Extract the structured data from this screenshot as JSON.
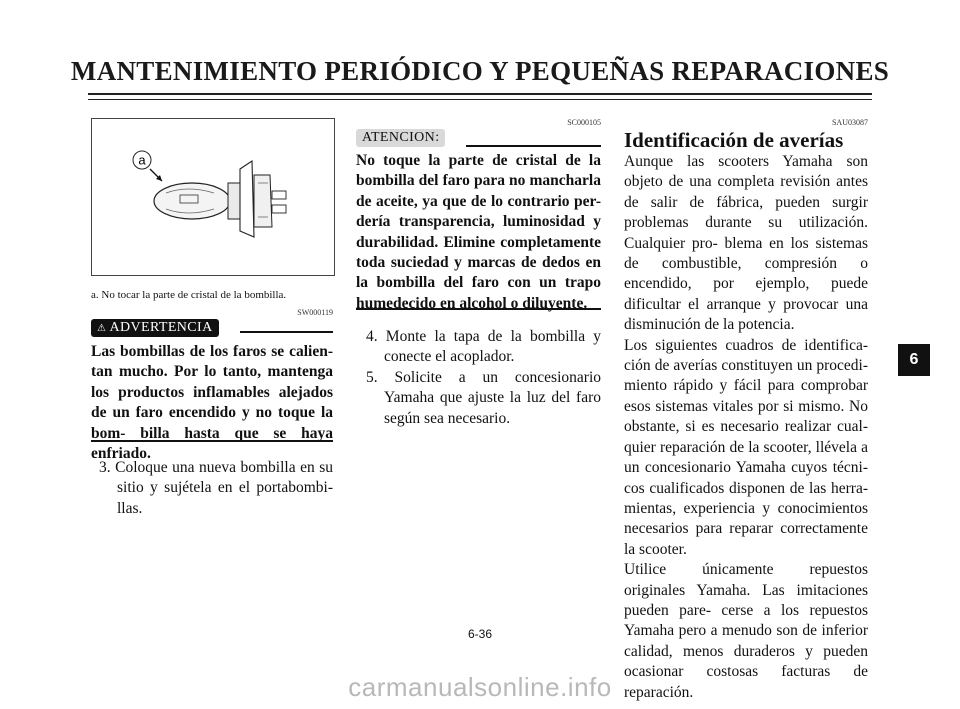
{
  "header": {
    "title": "MANTENIMIENTO PERIÓDICO Y PEQUEÑAS REPARACIONES"
  },
  "left_column": {
    "figure": {
      "callout_label": "a"
    },
    "caption": "a.    No tocar la parte de cristal de la bombilla.",
    "warning": {
      "code": "SW000119",
      "badge": "ADVERTENCIA",
      "text": "Las bombillas de los faros se calien- tan mucho. Por lo tanto, mantenga los productos inflamables alejados de un faro encendido y no toque la bom- billa hasta que se haya enfriado."
    },
    "steps": [
      {
        "text": "3. Coloque una nueva bombilla en su sitio y sujétela en el portabombi- llas."
      }
    ]
  },
  "middle_column": {
    "caution": {
      "code": "SC000105",
      "badge": "ATENCION:",
      "text": "No toque la parte de cristal de la bombilla del faro para no mancharla de aceite, ya que de lo contrario per- dería transparencia, luminosidad y durabilidad. Elimine completamente toda suciedad y marcas de dedos en la bombilla del faro con un trapo humedecido en alcohol o diluyente."
    },
    "steps": [
      {
        "text": "4. Monte la tapa de la bombilla y conecte el acoplador."
      },
      {
        "text": "5. Solicite a un concesionario Yamaha que ajuste la luz del faro según sea necesario."
      }
    ]
  },
  "right_column": {
    "code": "SAU03087",
    "heading": "Identificación de averías",
    "paragraphs": [
      "Aunque las scooters Yamaha son objeto de una completa revisión antes de salir de fábrica, pueden surgir problemas durante su utilización. Cualquier pro- blema en los sistemas de combustible, compresión o encendido, por ejemplo, puede dificultar el arranque y provocar una disminución de la potencia.",
      "Los siguientes cuadros de identifica- ción de averías constituyen un procedi- miento rápido y fácil para comprobar esos sistemas vitales por si mismo. No obstante, si es necesario realizar cual- quier reparación de la scooter, llévela a un concesionario Yamaha cuyos técni- cos cualificados disponen de las herra- mientas, experiencia y conocimientos necesarios para reparar correctamente la scooter.",
      "Utilice únicamente repuestos originales Yamaha. Las imitaciones pueden pare- cerse a los repuestos Yamaha pero a menudo son de inferior calidad, menos duraderos y pueden ocasionar costosas facturas de reparación."
    ]
  },
  "chapter_tab": "6",
  "page_number": "6-36",
  "watermark": "carmanualsonline.info"
}
